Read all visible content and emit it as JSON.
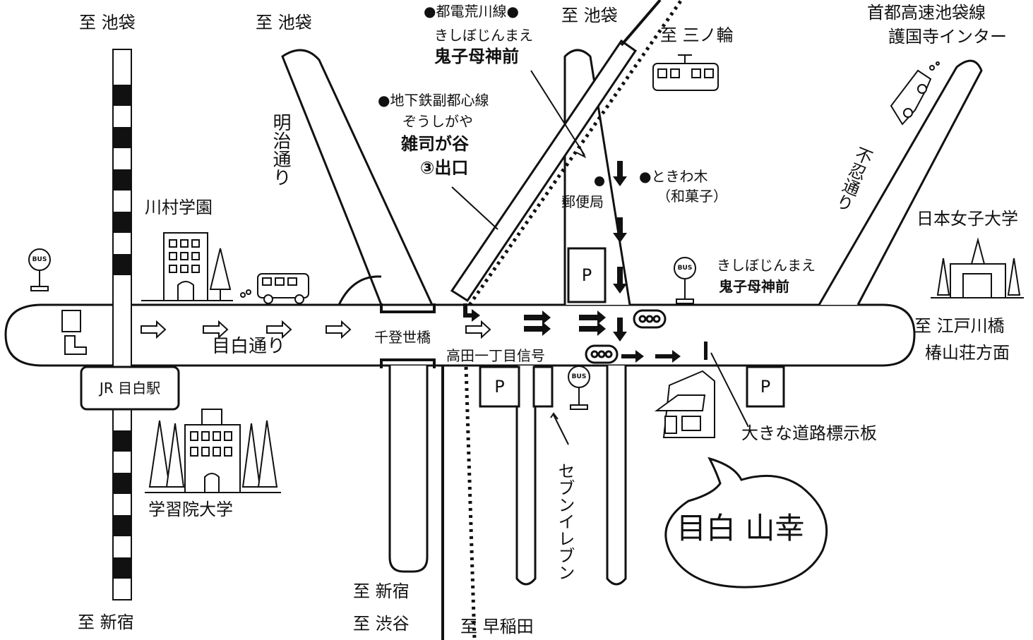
{
  "directions": {
    "ikebukuro_1": "至 池袋",
    "ikebukuro_2": "至 池袋",
    "ikebukuro_3": "至 池袋",
    "minowa": "至 三ノ輪",
    "shinjuku_left": "至 新宿",
    "shinjuku_mid": "至 新宿",
    "shibuya": "至 渋谷",
    "waseda": "至 早稲田",
    "edogawabashi": "至 江戸川橋",
    "chinzanso": "椿山荘方面"
  },
  "stations": {
    "toden": "●都電荒川線●",
    "toden_reading": "きしぼじんまえ",
    "toden_name": "鬼子母神前",
    "fukutoshin": "●地下鉄副都心線",
    "fukutoshin_reading": "ぞうしがや",
    "fukutoshin_name": "雑司が谷",
    "fukutoshin_exit": "③出口",
    "jr_mejiro": "JR 目白駅"
  },
  "roads": {
    "meiji": "明治通り",
    "mejiro": "目白通り",
    "shinobazu": "不忍通り",
    "expressway_1": "首都高速池袋線",
    "expressway_2": "護国寺インター"
  },
  "landmarks": {
    "kawamura": "川村学園",
    "gakushuin": "学習院大学",
    "japan_womens": "日本女子大学",
    "post_office": "郵便局",
    "tokiwagi": "●ときわ木",
    "tokiwagi_note": "（和菓子）",
    "bus_reading": "きしぼじんまえ",
    "bus_name": "鬼子母神前",
    "chitosebashi": "千登世橋",
    "signal": "高田一丁目信号",
    "seven_eleven": "セブンイレブン",
    "road_sign": "大きな道路標示板",
    "parking": "P",
    "bus_sign": "BUS"
  },
  "store": {
    "name": "目白 山幸"
  }
}
